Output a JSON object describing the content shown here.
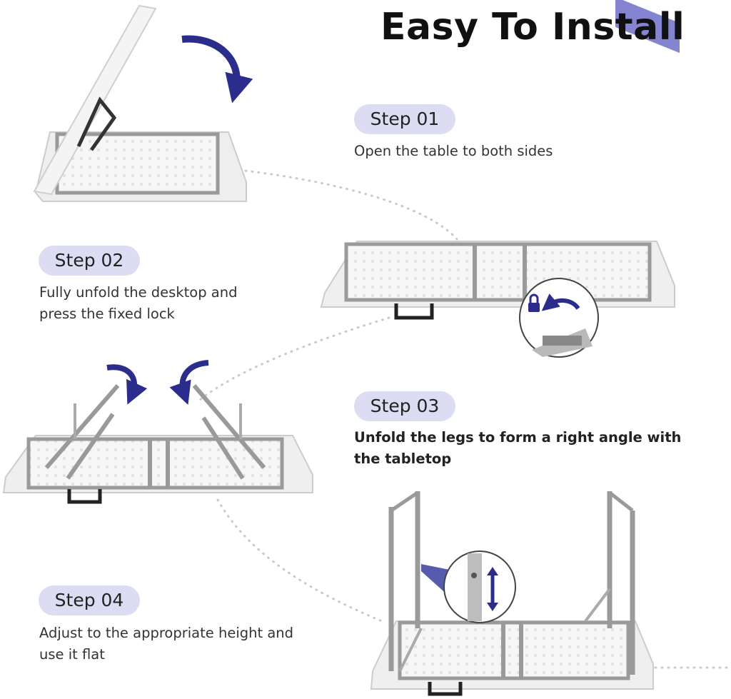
{
  "title": "Easy To Install",
  "colors": {
    "accent": "#6f6fc9",
    "pill_bg": "#dcdcf3",
    "arrow": "#2b2d8c",
    "frame": "#9a9a9a"
  },
  "steps": [
    {
      "label": "Step 01",
      "text": "Open the table to both sides"
    },
    {
      "label": "Step 02",
      "text": "Fully unfold the desktop and press the fixed lock"
    },
    {
      "label": "Step 03",
      "text": "Unfold the legs to form a right angle with the tabletop"
    },
    {
      "label": "Step 04",
      "text": "Adjust to the appropriate height and use it flat"
    }
  ],
  "icons": [
    "curved-arrow-icon",
    "lock-icon",
    "up-down-arrow-icon"
  ]
}
